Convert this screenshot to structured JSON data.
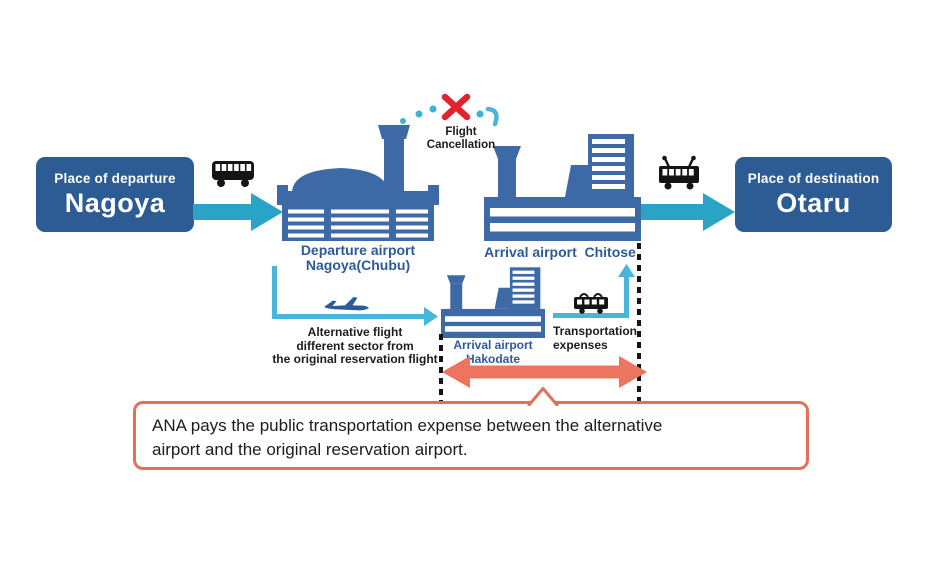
{
  "colors": {
    "box_blue": "#2d5c94",
    "building_blue": "#3d6aa6",
    "arrow_teal": "#29a4c7",
    "path_light_blue": "#4ab5da",
    "dot_blue": "#3fb0d8",
    "cancel_red": "#e2222d",
    "expense_orange": "#eb755e",
    "callout_border": "#e4705a",
    "label_blue": "#2b5b9c",
    "text_dark": "#1c1c1c",
    "icon_black": "#141414"
  },
  "departure": {
    "title": "Place of departure",
    "city": "Nagoya"
  },
  "destination": {
    "title": "Place of destination",
    "city": "Otaru"
  },
  "flight_cancellation": {
    "line1": "Flight",
    "line2": "Cancellation"
  },
  "departure_airport": {
    "line1": "Departure airport",
    "line2": "Nagoya(Chubu)"
  },
  "chitose_airport": {
    "label": "Arrival airport  Chitose"
  },
  "hakodate_airport": {
    "line1": "Arrival airport",
    "line2": "Hakodate"
  },
  "alternative_flight": {
    "line1": "Alternative flight",
    "line2": "different sector from",
    "line3": "the original reservation flight"
  },
  "transportation_expenses": {
    "line1": "Transportation",
    "line2": "expenses"
  },
  "callout": {
    "line1": "ANA pays the public transportation expense between the alternative",
    "line2": "airport and the original reservation airport."
  }
}
